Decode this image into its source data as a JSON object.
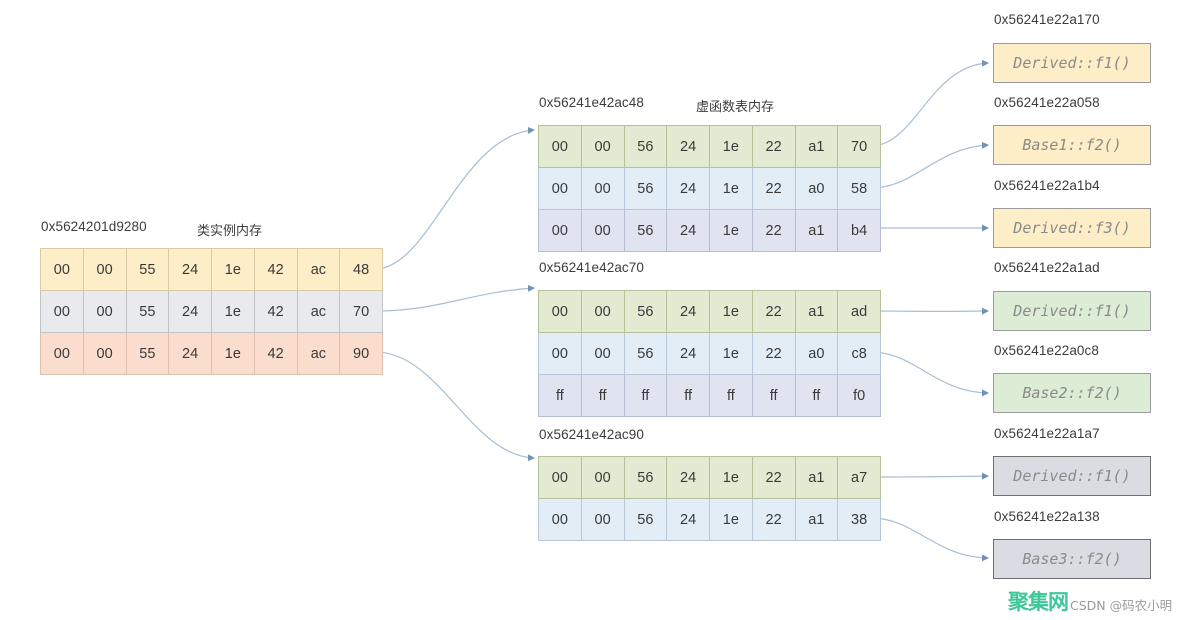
{
  "diagram": {
    "title_instance": "类实例内存",
    "title_vtable": "虚函数表内存"
  },
  "instance_block": {
    "address": "0x5624201d9280",
    "caption": "类实例内存",
    "rows": [
      {
        "style": "cream",
        "bytes": [
          "00",
          "00",
          "55",
          "24",
          "1e",
          "42",
          "ac",
          "48"
        ]
      },
      {
        "style": "grey",
        "bytes": [
          "00",
          "00",
          "55",
          "24",
          "1e",
          "42",
          "ac",
          "70"
        ]
      },
      {
        "style": "peach",
        "bytes": [
          "00",
          "00",
          "55",
          "24",
          "1e",
          "42",
          "ac",
          "90"
        ]
      }
    ]
  },
  "vtables": [
    {
      "address": "0x56241e42ac48",
      "caption": "虚函数表内存",
      "rows": [
        {
          "style": "green",
          "bytes": [
            "00",
            "00",
            "56",
            "24",
            "1e",
            "22",
            "a1",
            "70"
          ]
        },
        {
          "style": "blue",
          "bytes": [
            "00",
            "00",
            "56",
            "24",
            "1e",
            "22",
            "a0",
            "58"
          ]
        },
        {
          "style": "steel",
          "bytes": [
            "00",
            "00",
            "56",
            "24",
            "1e",
            "22",
            "a1",
            "b4"
          ]
        }
      ]
    },
    {
      "address": "0x56241e42ac70",
      "caption": "",
      "rows": [
        {
          "style": "green",
          "bytes": [
            "00",
            "00",
            "56",
            "24",
            "1e",
            "22",
            "a1",
            "ad"
          ]
        },
        {
          "style": "blue",
          "bytes": [
            "00",
            "00",
            "56",
            "24",
            "1e",
            "22",
            "a0",
            "c8"
          ]
        },
        {
          "style": "steel",
          "bytes": [
            "ff",
            "ff",
            "ff",
            "ff",
            "ff",
            "ff",
            "ff",
            "f0"
          ]
        }
      ]
    },
    {
      "address": "0x56241e42ac90",
      "caption": "",
      "rows": [
        {
          "style": "green",
          "bytes": [
            "00",
            "00",
            "56",
            "24",
            "1e",
            "22",
            "a1",
            "a7"
          ]
        },
        {
          "style": "blue",
          "bytes": [
            "00",
            "00",
            "56",
            "24",
            "1e",
            "22",
            "a1",
            "38"
          ]
        }
      ]
    }
  ],
  "functions": [
    {
      "address": "0x56241e22a170",
      "label": "Derived::f1()",
      "style": "yellow"
    },
    {
      "address": "0x56241e22a058",
      "label": "Base1::f2()",
      "style": "yellow"
    },
    {
      "address": "0x56241e22a1b4",
      "label": "Derived::f3()",
      "style": "yellow"
    },
    {
      "address": "0x56241e22a1ad",
      "label": "Derived::f1()",
      "style": "green"
    },
    {
      "address": "0x56241e22a0c8",
      "label": "Base2::f2()",
      "style": "green"
    },
    {
      "address": "0x56241e22a1a7",
      "label": "Derived::f1()",
      "style": "steel"
    },
    {
      "address": "0x56241e22a138",
      "label": "Base3::f2()",
      "style": "steel"
    }
  ],
  "watermark": {
    "logo": "聚集网",
    "credit": "CSDN @码农小明",
    "logo_color": "#3ec79a"
  }
}
